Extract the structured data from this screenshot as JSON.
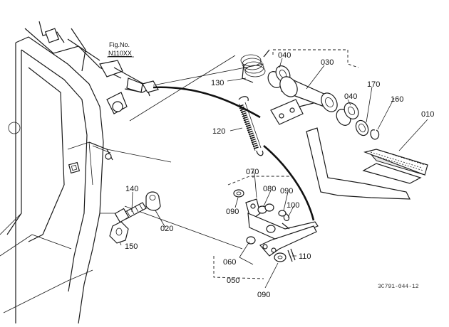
{
  "figure": {
    "ref_line1": "Fig.No.",
    "ref_line2": "N110XX",
    "drawing_code": "3C791-044-12"
  },
  "parts": [
    {
      "id": "p010",
      "label": "010"
    },
    {
      "id": "p020",
      "label": "020"
    },
    {
      "id": "p030",
      "label": "030"
    },
    {
      "id": "p040a",
      "label": "040"
    },
    {
      "id": "p040b",
      "label": "040"
    },
    {
      "id": "p050",
      "label": "050"
    },
    {
      "id": "p060",
      "label": "060"
    },
    {
      "id": "p070",
      "label": "070"
    },
    {
      "id": "p080",
      "label": "080"
    },
    {
      "id": "p090a",
      "label": "090"
    },
    {
      "id": "p090b",
      "label": "090"
    },
    {
      "id": "p090c",
      "label": "090"
    },
    {
      "id": "p100",
      "label": "100"
    },
    {
      "id": "p110",
      "label": "110"
    },
    {
      "id": "p120",
      "label": "120"
    },
    {
      "id": "p130",
      "label": "130"
    },
    {
      "id": "p140",
      "label": "140"
    },
    {
      "id": "p150",
      "label": "150"
    },
    {
      "id": "p160",
      "label": "160"
    },
    {
      "id": "p170",
      "label": "170"
    }
  ]
}
